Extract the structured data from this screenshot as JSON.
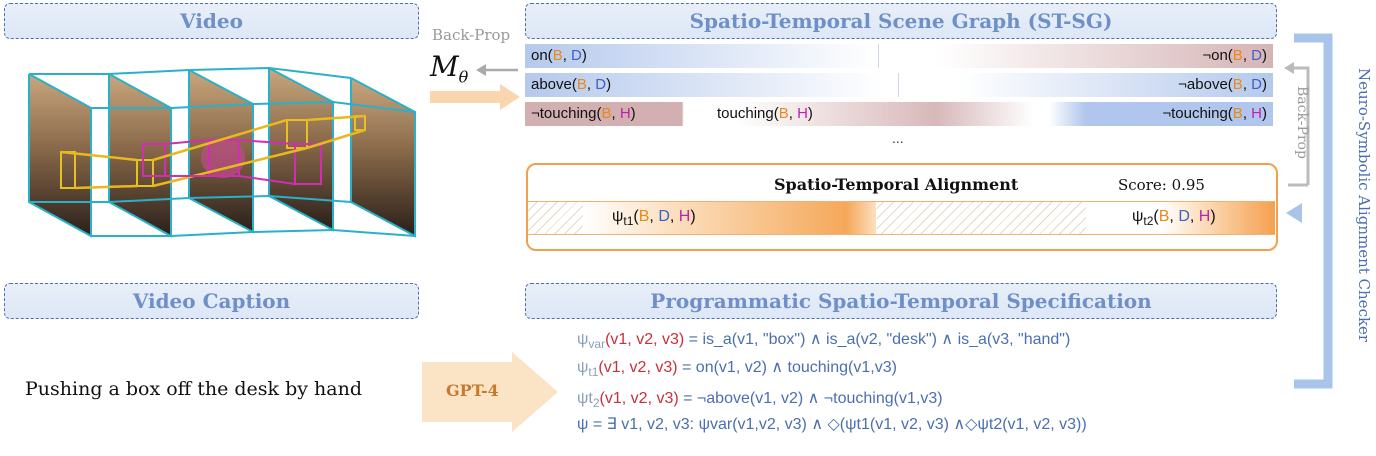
{
  "headers": {
    "video": "Video",
    "caption": "Video Caption",
    "stsg": "Spatio-Temporal  Scene Graph (ST-SG)",
    "spec": "Programmatic Spatio-Temporal Specification"
  },
  "caption_text": "Pushing a box off the desk by hand",
  "backprop_top": "Back-Prop",
  "model_symbol": "M",
  "model_sub": "θ",
  "backprop_right": "Back-Prop",
  "checker": "Neuro-Symbolic Alignment Checker",
  "gpt": "GPT-4",
  "stsg_rows": [
    {
      "left_pred": "on(",
      "right_pred": "¬on("
    },
    {
      "left_pred": "above(",
      "right_pred": "¬above("
    },
    {
      "left_pred": "¬touching(",
      "mid_pred": "touching(",
      "right_pred": "¬touching("
    }
  ],
  "ellipsis": "...",
  "args": {
    "b": "B",
    "d": "D",
    "h": "H",
    "comma": ", ",
    "close": ")"
  },
  "alignment": {
    "title": "Spatio-Temporal Alignment",
    "score": "Score: 0.95",
    "psi_t1": "ψ",
    "psi_t1_sub": "t1",
    "psi_t2": "ψ",
    "psi_t2_sub": "t2"
  },
  "spec_lines": {
    "l1": {
      "psi": "ψ",
      "sub": "var",
      "args": "(v1, v2, v3)",
      "eq": " = ",
      "body": "is_a(v1, \"box\") ∧ is_a(v2, \"desk\") ∧ is_a(v3, \"hand\")"
    },
    "l2": {
      "psi": "ψ",
      "sub": "t1",
      "args": "(v1, v2, v3)",
      "eq": "  = ",
      "body": "on(v1, v2) ∧ touching(v1,v3)"
    },
    "l3": {
      "psi": "ψt",
      "sub": "2",
      "args": "(v1, v2, v3)",
      "eq": " = ",
      "body": "¬above(v1, v2) ∧ ¬touching(v1,v3)"
    },
    "l4": {
      "text": "ψ = ∃ v1, v2, v3: ψvar(v1,v2, v3) ∧ ◇(ψt1(v1, v2, v3) ∧◇ψt2(v1, v2, v3))"
    }
  }
}
